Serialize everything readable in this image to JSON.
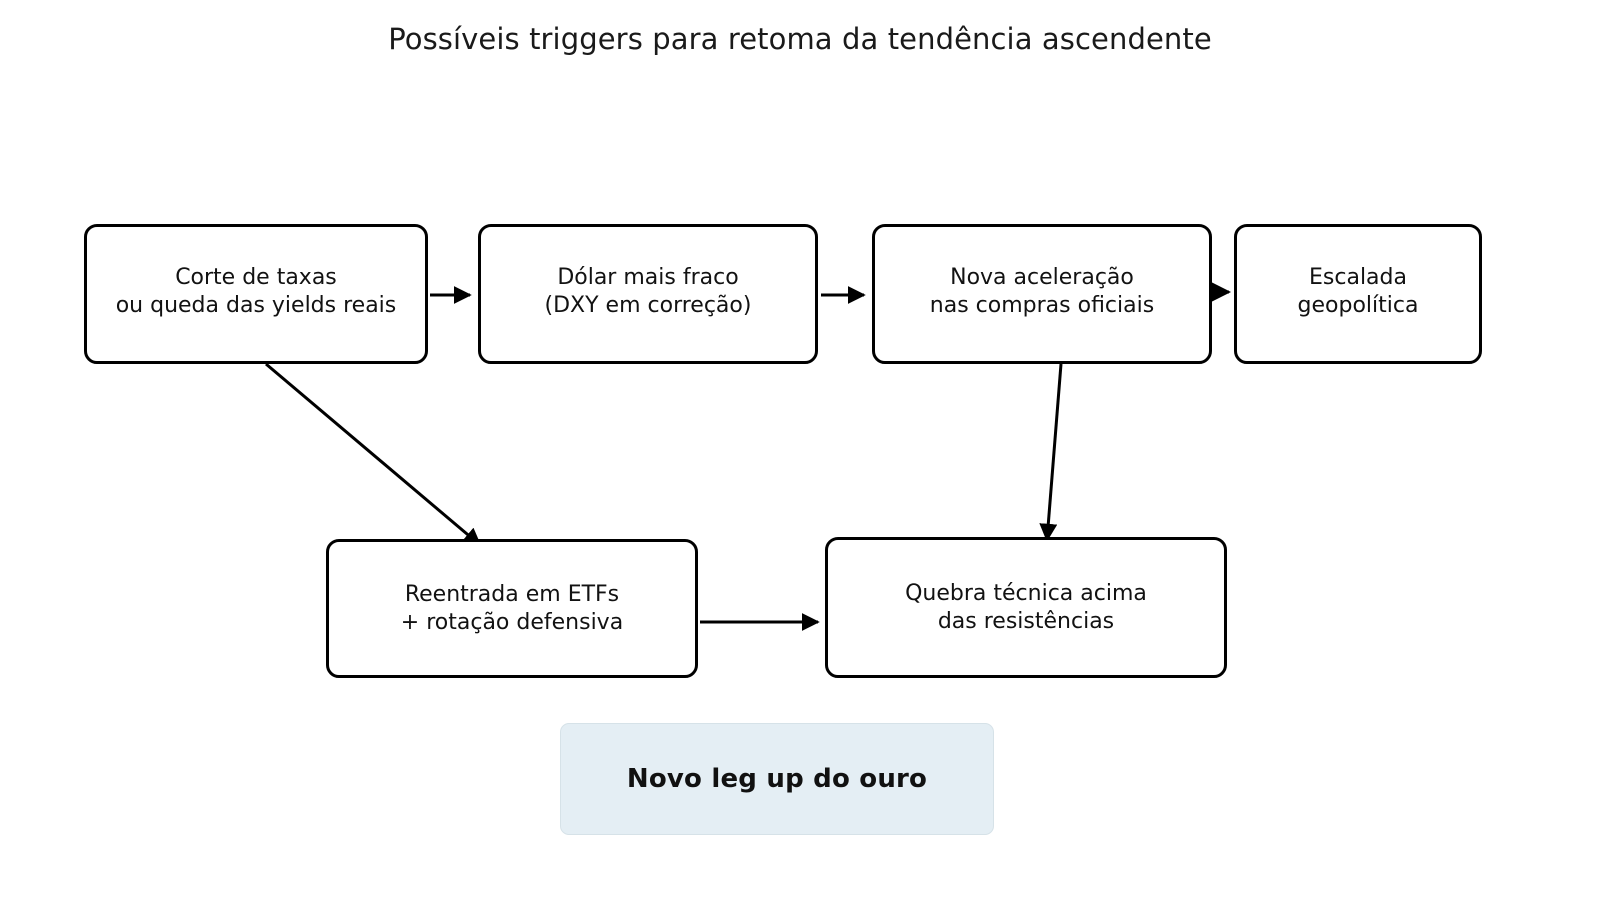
{
  "title": "Possíveis triggers para retoma da tendência ascendente",
  "nodes": {
    "rate_cut": "Corte de taxas\nou queda das yields reais",
    "weak_dxy": "Dólar mais fraco\n(DXY em correção)",
    "official_buying": "Nova aceleração\nnas compras oficiais",
    "geopolitics": "Escalada\ngeopolítica",
    "etf_reentry": "Reentrada em ETFs\n+ rotação defensiva",
    "technical_break": "Quebra técnica acima\ndas resistências",
    "outcome": "Novo leg up do ouro"
  },
  "edges": [
    {
      "id": "rate-cut-to-weak-dxy",
      "from": "rate_cut",
      "to": "weak_dxy",
      "style": "horizontal-arrow"
    },
    {
      "id": "weak-dxy-to-official-buying",
      "from": "weak_dxy",
      "to": "official_buying",
      "style": "horizontal-arrow"
    },
    {
      "id": "official-buying-to-geopolitics",
      "from": "official_buying",
      "to": "geopolitics",
      "style": "horizontal-arrow"
    },
    {
      "id": "rate-cut-to-etf-reentry",
      "from": "rate_cut",
      "to": "etf_reentry",
      "style": "diagonal-arrow"
    },
    {
      "id": "official-buying-to-technical-break",
      "from": "official_buying",
      "to": "technical_break",
      "style": "vertical-arrow"
    },
    {
      "id": "etf-reentry-to-technical-break",
      "from": "etf_reentry",
      "to": "technical_break",
      "style": "horizontal-arrow"
    }
  ],
  "colors": {
    "background": "#ffffff",
    "node_border": "#000000",
    "node_fill": "#ffffff",
    "text": "#121212",
    "outcome_fill": "#e4eef4",
    "outcome_border": "#d6e2e8",
    "arrow": "#000000"
  }
}
